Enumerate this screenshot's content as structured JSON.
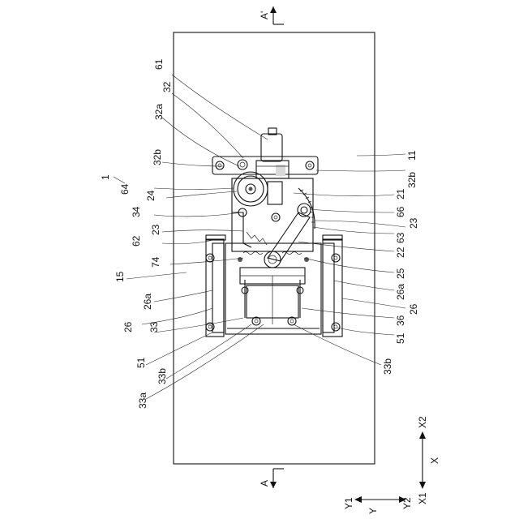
{
  "section_marks": {
    "top": "A'",
    "bottom": "A"
  },
  "labels": {
    "l61": "61",
    "l32": "32",
    "l32a": "32a",
    "l32b_left": "32b",
    "l1": "1",
    "l64": "64",
    "l24": "24",
    "l34": "34",
    "l23_left": "23",
    "l62": "62",
    "l74": "74",
    "l15": "15",
    "l26a_left": "26a",
    "l26_left": "26",
    "l33": "33",
    "l51_left": "51",
    "l33b_left": "33b",
    "l33a": "33a",
    "l11": "11",
    "l32b_right": "32b",
    "l21": "21",
    "l66": "66",
    "l23_right": "23",
    "l63": "63",
    "l22": "22",
    "l25": "25",
    "l26a_right": "26a",
    "l26_right": "26",
    "l36": "36",
    "l51_right": "51",
    "l33b_right": "33b"
  },
  "axes": {
    "x2": "X2",
    "x": "X",
    "x1": "X1",
    "y1": "Y1",
    "y": "Y",
    "y2": "Y2"
  }
}
